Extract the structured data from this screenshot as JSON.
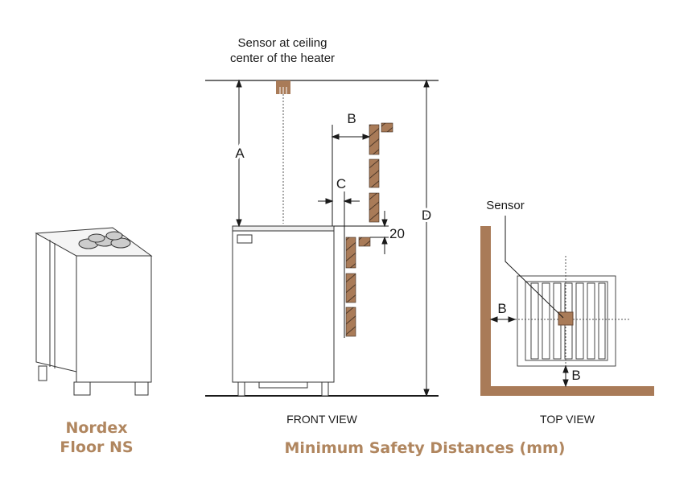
{
  "labels": {
    "sensor_ceiling_line1": "Sensor at ceiling",
    "sensor_ceiling_line2": "center of the heater",
    "dim_a": "A",
    "dim_b": "B",
    "dim_c": "C",
    "dim_d": "D",
    "dim_20": "20",
    "sensor": "Sensor",
    "top_b_side": "B",
    "top_b_back": "B",
    "front_view": "FRONT VIEW",
    "top_view": "TOP VIEW"
  },
  "product": {
    "line1": "Nordex",
    "line2": "Floor NS"
  },
  "caption": "Minimum Safety Distances (mm)",
  "colors": {
    "wood": "#a97b58",
    "title": "#b0865f",
    "line": "#1a1a1a"
  }
}
